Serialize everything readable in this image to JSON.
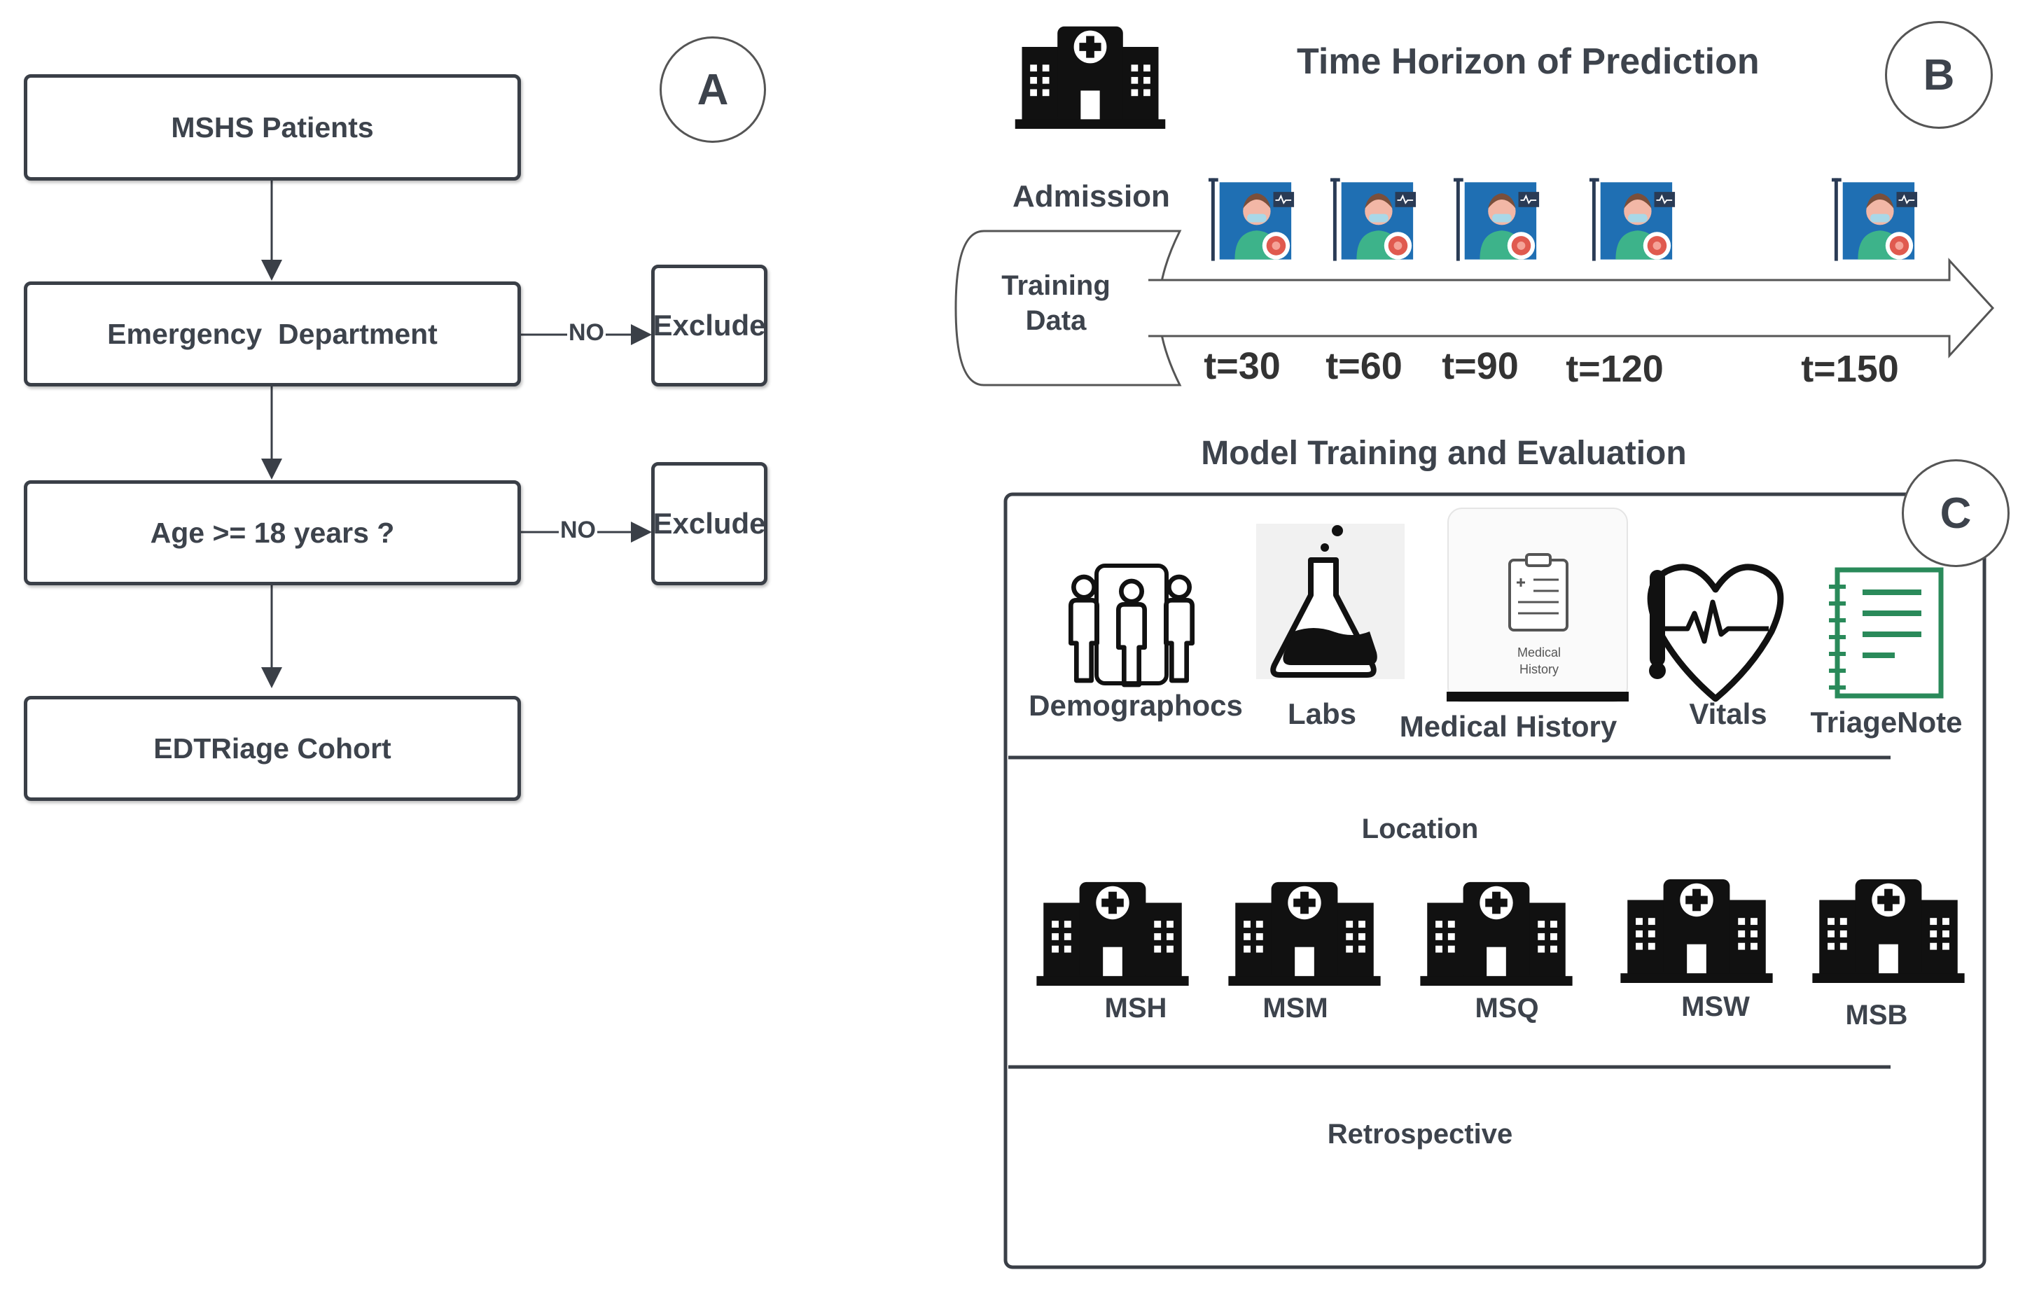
{
  "panel_a": {
    "label": "A",
    "boxes": [
      "MSHS Patients",
      "Emergency  Department",
      "Age >= 18 years ?",
      "EDTRiage Cohort"
    ],
    "no_labels": [
      "NO",
      "NO"
    ],
    "exclude_labels": [
      "Exclude",
      "Exclude"
    ]
  },
  "panel_b": {
    "label": "B",
    "title": "Time Horizon of Prediction",
    "admission": "Admission",
    "training_data_line1": "Training",
    "training_data_line2": "Data",
    "time_points": [
      "t=30",
      "t=60",
      "t=90",
      "t=120",
      "t=150"
    ]
  },
  "panel_c": {
    "label": "C",
    "title": "Model Training and Evaluation",
    "categories": [
      "Demographocs",
      "Labs",
      "Medical History",
      "Vitals",
      "TriageNote"
    ],
    "medical_history_card_line1": "Medical",
    "medical_history_card_line2": "History",
    "location_title": "Location",
    "locations": [
      "MSH",
      "MSM",
      "MSQ",
      "MSW",
      "MSB"
    ],
    "retrospective": "Retrospective"
  },
  "colors": {
    "box_border": "#3a3f47",
    "text": "#3d434c",
    "patient_blue": "#1f6fb3",
    "patient_green": "#3db38a",
    "virus_red": "#e05a4f",
    "triage_note_green": "#2a8a5a"
  },
  "icons": [
    "hospital-icon",
    "patient-icon",
    "demographics-icon",
    "flask-icon",
    "clipboard-icon",
    "heart-vitals-icon",
    "notebook-icon"
  ]
}
